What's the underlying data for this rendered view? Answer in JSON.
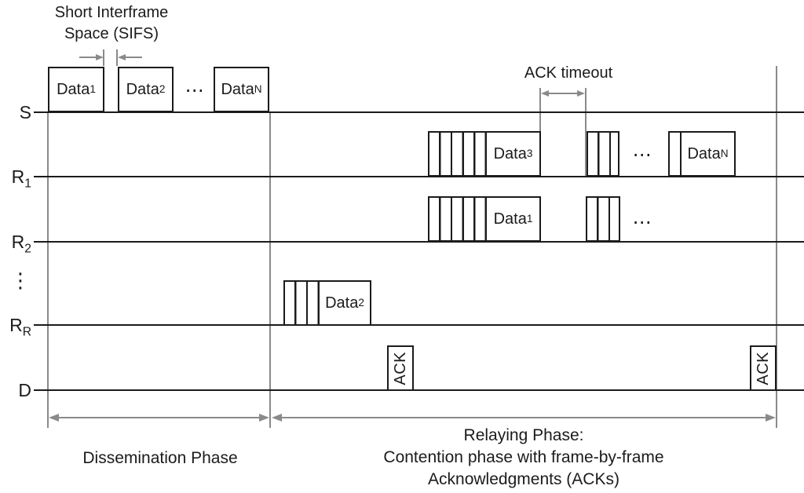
{
  "title_sifs": {
    "line1": "Short Interframe",
    "line2": "Space (SIFS)"
  },
  "ack_timeout_label": "ACK timeout",
  "row_labels": {
    "source": {
      "base": "S",
      "sub": ""
    },
    "relay1": {
      "base": "R",
      "sub": "1"
    },
    "relay2": {
      "base": "R",
      "sub": "2"
    },
    "relay_dots": "⋮",
    "relayR": {
      "base": "R",
      "sub": "R"
    },
    "destination": {
      "base": "D",
      "sub": ""
    }
  },
  "frames": {
    "s_data1": {
      "base": "Data",
      "sub": "1"
    },
    "s_data2": {
      "base": "Data",
      "sub": "2"
    },
    "s_dataN": {
      "base": "Data",
      "sub": "N"
    },
    "r1_data3": {
      "base": "Data",
      "sub": "3"
    },
    "r1_dataN": {
      "base": "Data",
      "sub": "N"
    },
    "r2_data1": {
      "base": "Data",
      "sub": "1"
    },
    "rr_data2": {
      "base": "Data",
      "sub": "2"
    },
    "ack1": "ACK",
    "ack2": "ACK"
  },
  "ellipsis": "⋯",
  "phase_labels": {
    "dissemination": "Dissemination Phase",
    "relaying_line1": "Relaying Phase:",
    "relaying_line2": "Contention phase with frame-by-frame",
    "relaying_line3": "Acknowledgments (ACKs)"
  },
  "colors": {
    "ink": "#1b1b1b",
    "gray": "#8a8a8a",
    "background": "#ffffff"
  }
}
